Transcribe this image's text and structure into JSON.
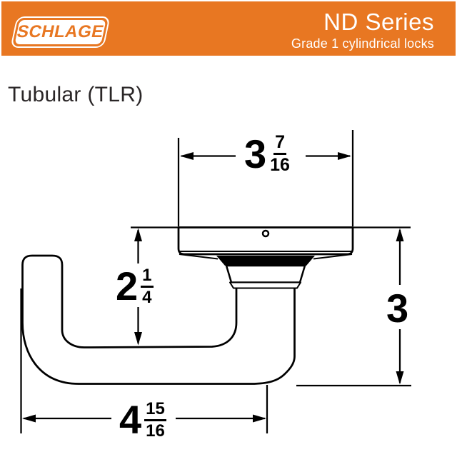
{
  "header": {
    "brand": "SCHLAGE",
    "product_line": "ND Series",
    "product_subtitle": "Grade 1 cylindrical locks",
    "accent_color": "#E87722"
  },
  "page": {
    "title": "Tubular (TLR)"
  },
  "diagram": {
    "part": "tubular-lever-side-view",
    "line_color": "#000000",
    "dimensions": {
      "rose_width": {
        "whole": "3",
        "numerator": "7",
        "denominator": "16"
      },
      "lever_offset": {
        "whole": "2",
        "numerator": "1",
        "denominator": "4"
      },
      "overall_height": {
        "whole": "3"
      },
      "lever_length": {
        "whole": "4",
        "numerator": "15",
        "denominator": "16"
      }
    }
  }
}
